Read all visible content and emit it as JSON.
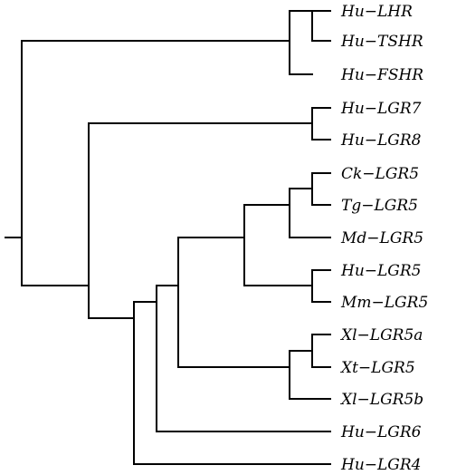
{
  "tree": {
    "taxa": [
      "Hu−LHR",
      "Hu−TSHR",
      "Hu−FSHR",
      "Hu−LGR7",
      "Hu−LGR8",
      "Ck−LGR5",
      "Tg−LGR5",
      "Md−LGR5",
      "Hu−LGR5",
      "Mm−LGR5",
      "Xl−LGR5a",
      "Xt−LGR5",
      "Xl−LGR5b",
      "Hu−LGR6",
      "Hu−LGR4"
    ]
  }
}
